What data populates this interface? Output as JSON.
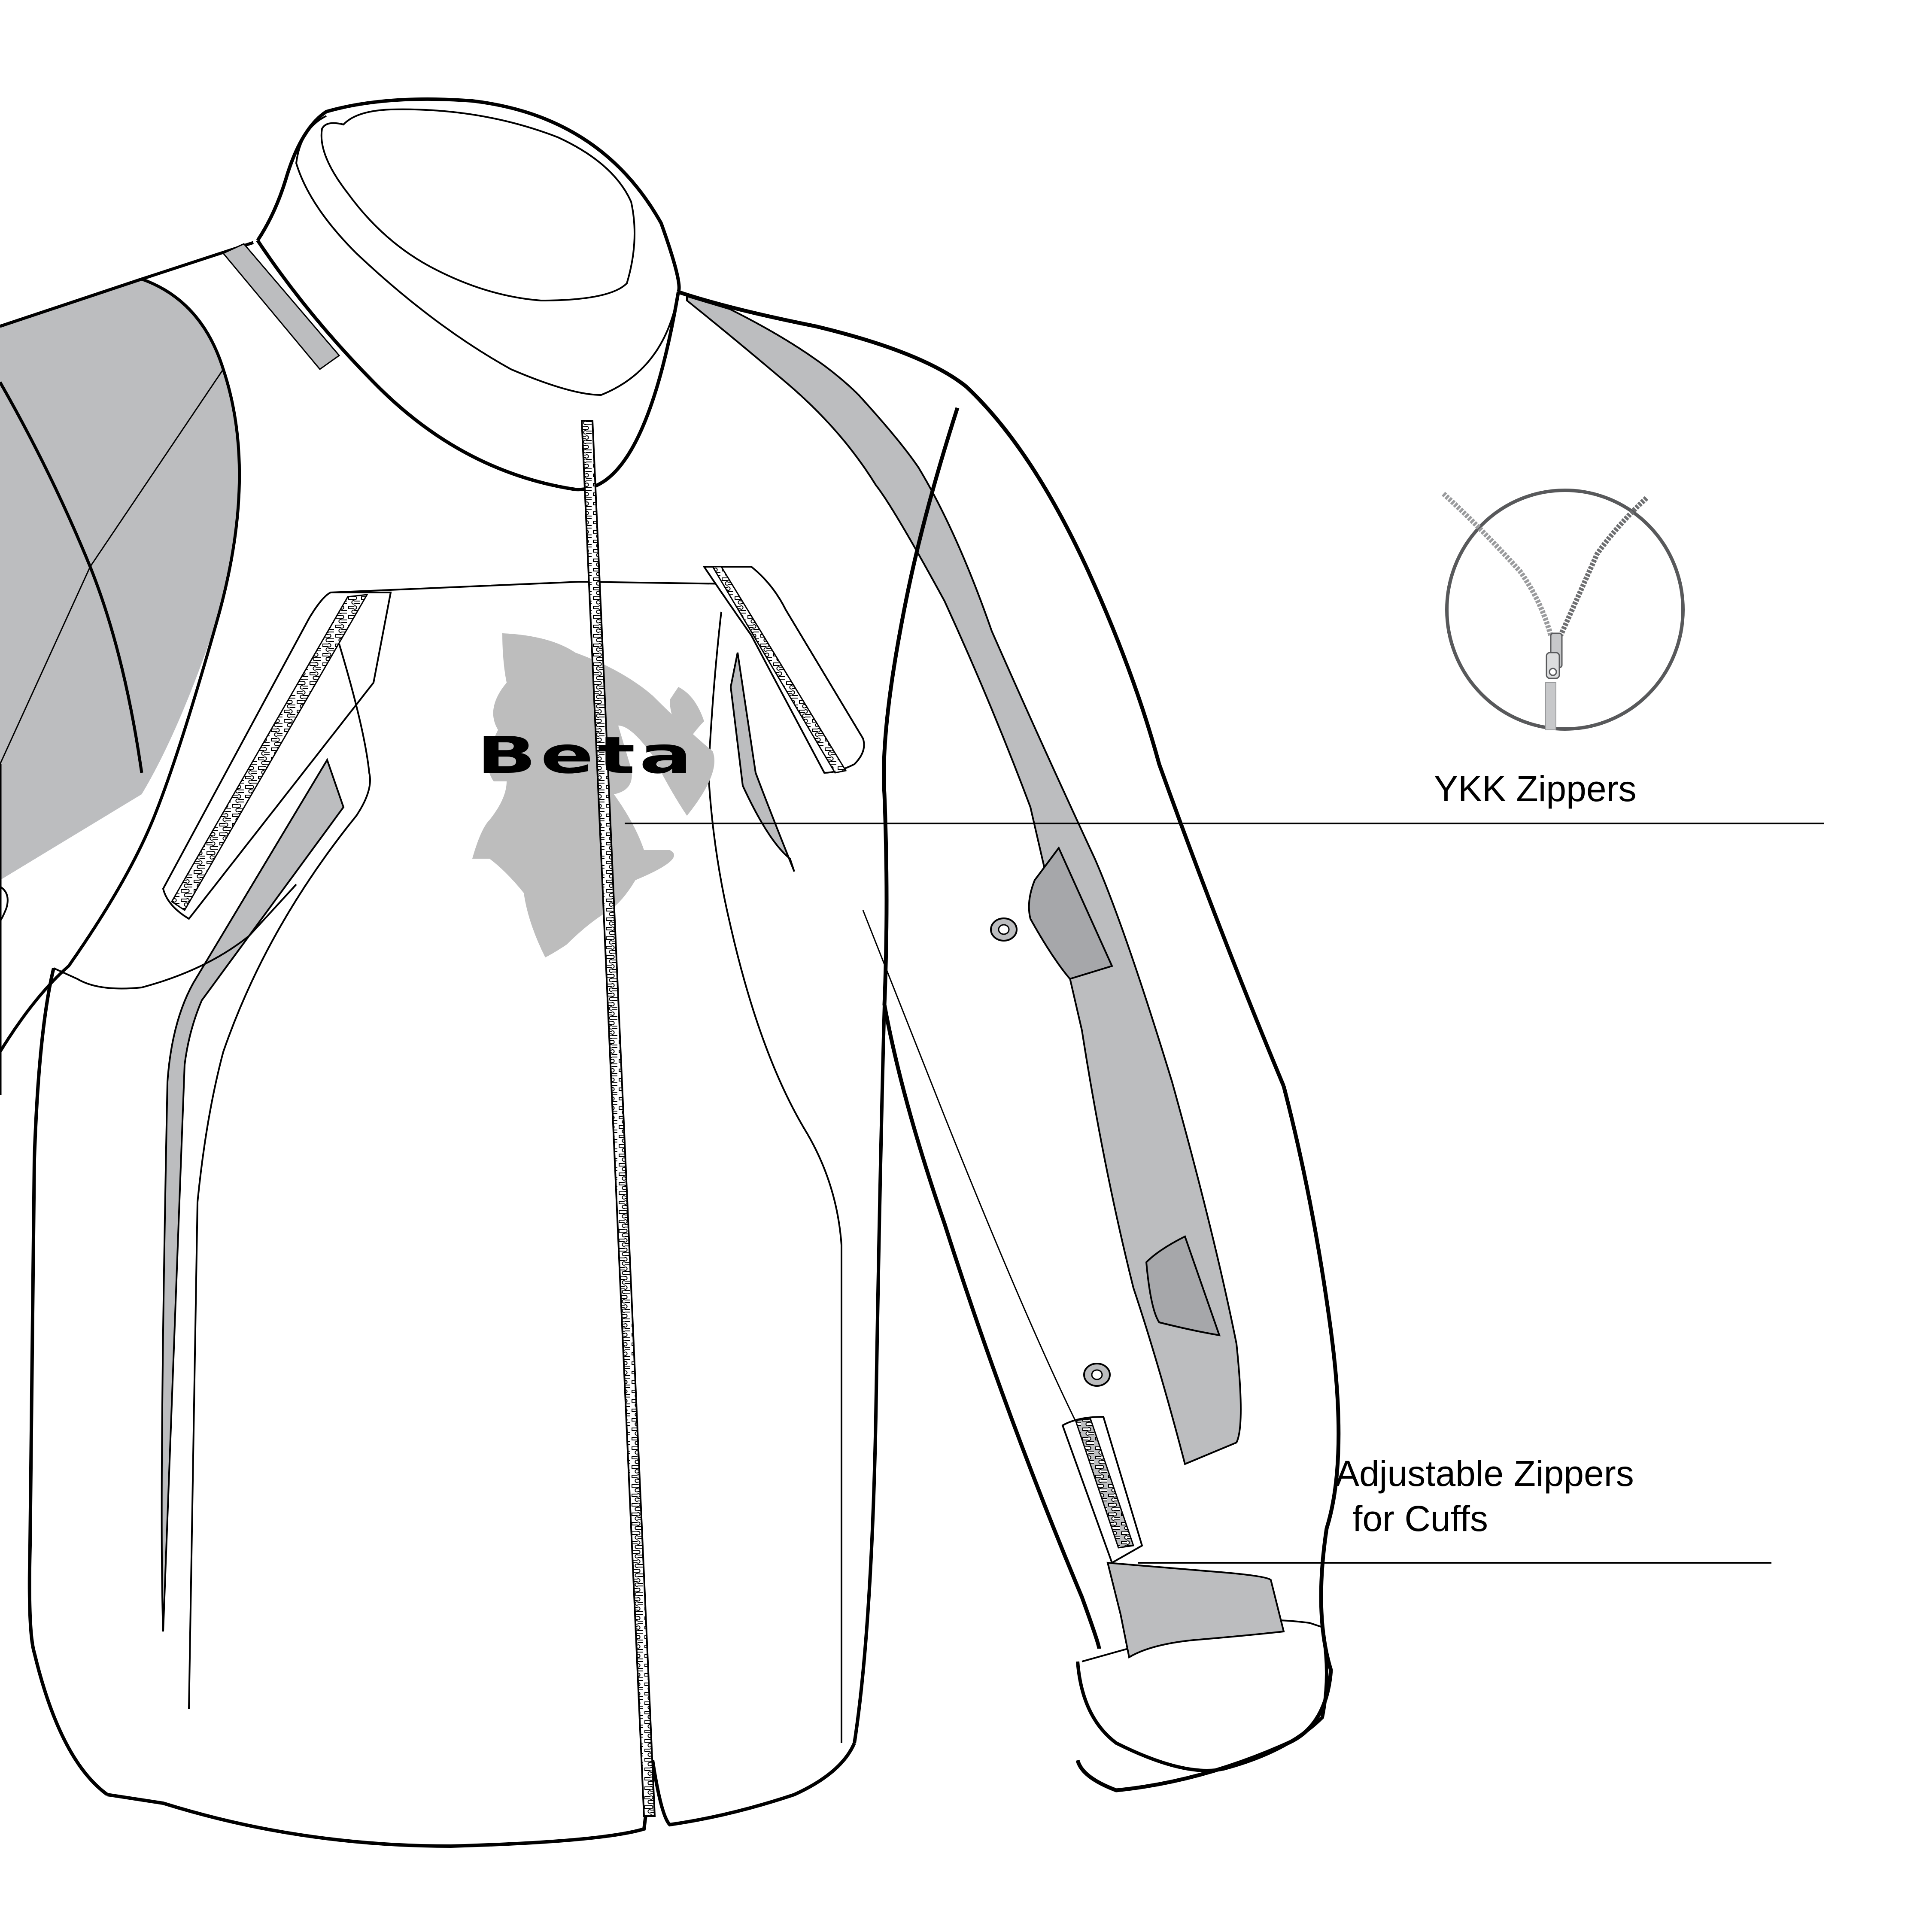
{
  "diagram": {
    "subject": "Motorcycle jacket technical flat sketch (front three-quarter view)",
    "brand_logo_text": "Beta",
    "colors": {
      "outline": "#000000",
      "panel_grey": "#bcbdbf",
      "panel_dark_grey": "#a6a7aa",
      "mascot_grey": "#bdbdbd",
      "inset_circle": "#58595b",
      "background": "#ffffff"
    }
  },
  "callouts": [
    {
      "id": "ykk",
      "label": "YKK Zippers",
      "inset": "zipper-detail-circle"
    },
    {
      "id": "cuffs",
      "line1": "Adjustable Zippers",
      "line2": "for Cuffs"
    }
  ]
}
